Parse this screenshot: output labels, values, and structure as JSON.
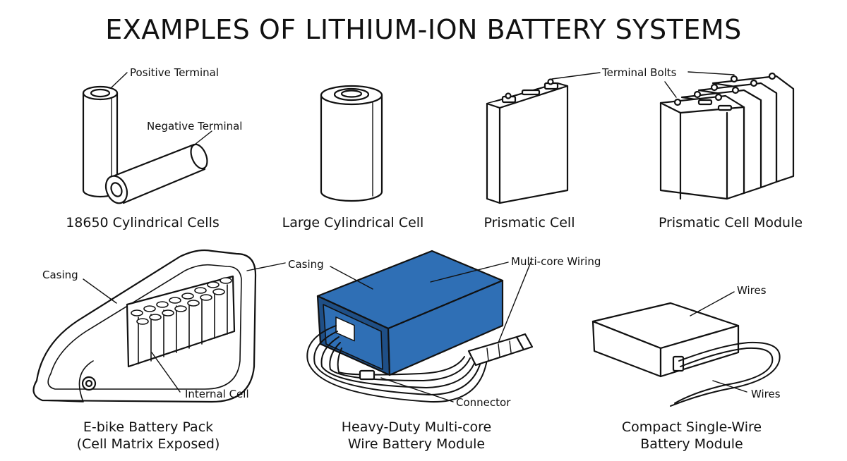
{
  "title": "EXAMPLES OF LITHIUM-ION BATTERY SYSTEMS",
  "items": [
    {
      "caption": "18650 Cylindrical Cells",
      "callouts": [
        "Positive Terminal",
        "Negative Terminal"
      ]
    },
    {
      "caption": "Large Cylindrical Cell",
      "callouts": []
    },
    {
      "caption": "Prismatic Cell",
      "callouts": []
    },
    {
      "caption": "Prismatic Cell Module",
      "callouts": [
        "Terminal Bolts"
      ]
    },
    {
      "caption_lines": [
        "E-bike Battery Pack",
        "(Cell Matrix Exposed)"
      ],
      "callouts": [
        "Casing",
        "Internal Cell"
      ]
    },
    {
      "caption_lines": [
        "Heavy-Duty Multi-core",
        "Wire Battery Module"
      ],
      "callouts": [
        "Casing",
        "Multi-core Wiring",
        "Connector"
      ]
    },
    {
      "caption_lines": [
        "Compact Single-Wire",
        "Battery Module"
      ],
      "callouts": [
        "Wires",
        "Wires"
      ]
    }
  ],
  "colors": {
    "ink": "#111111",
    "module_blue": "#2f6fb5",
    "module_blue_dark": "#1f4f86",
    "background": "#ffffff"
  }
}
